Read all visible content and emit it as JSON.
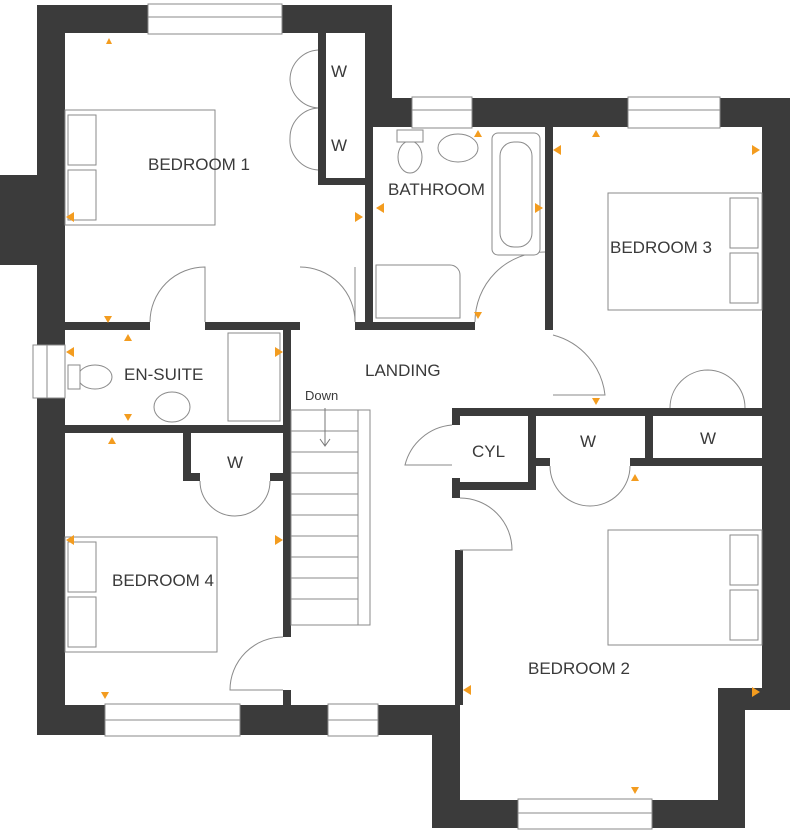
{
  "rooms": {
    "bedroom1": "BEDROOM 1",
    "bedroom2": "BEDROOM 2",
    "bedroom3": "BEDROOM 3",
    "bedroom4": "BEDROOM 4",
    "bathroom": "BATHROOM",
    "ensuite": "EN-SUITE",
    "landing": "LANDING",
    "cylinder": "CYL"
  },
  "wardrobe_label": "W",
  "stairs_label": "Down",
  "colors": {
    "wall": "#3b3b3b",
    "marker": "#f39c1f"
  }
}
